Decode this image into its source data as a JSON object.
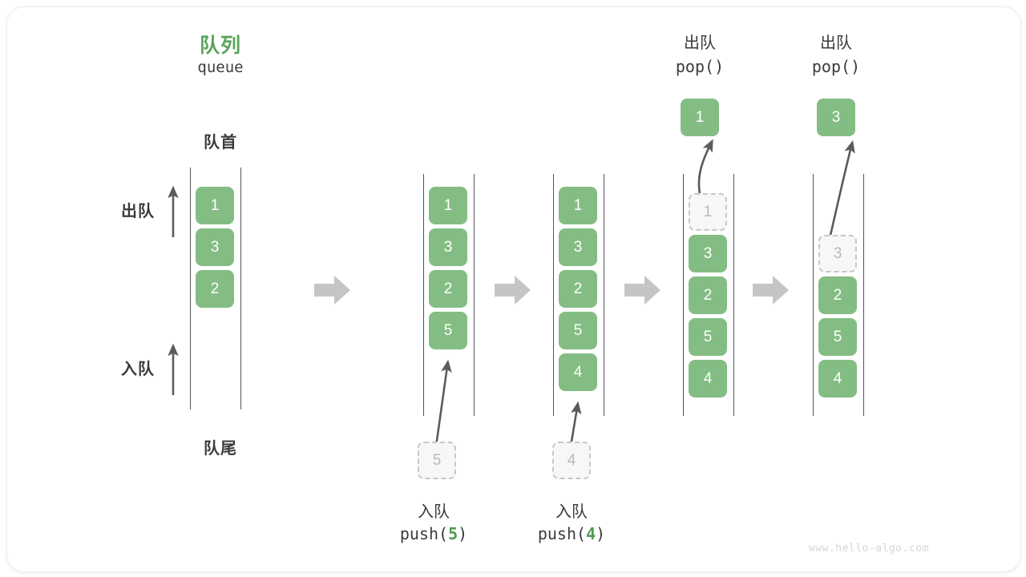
{
  "diagram": {
    "title_cn": "队列",
    "title_en": "queue",
    "front_label": "队首",
    "rear_label": "队尾",
    "dequeue_label": "出队",
    "enqueue_label": "入队",
    "watermark": "www.hello-algo.com",
    "accent_color": "#5ba35b",
    "box_color": "#84bd84",
    "ghost_color": "#c6c6c6",
    "arrow_color": "#b8b8b8"
  },
  "columns": [
    {
      "id": "initial",
      "cells": [
        "1",
        "3",
        "2"
      ],
      "op_cn": "",
      "op_code": "",
      "incoming": null,
      "popped": null
    },
    {
      "id": "after-push-5",
      "cells": [
        "1",
        "3",
        "2",
        "5"
      ],
      "op_cn": "入队",
      "op_code_prefix": "push(",
      "op_code_value": "5",
      "op_code_suffix": ")",
      "incoming": "5",
      "popped": null
    },
    {
      "id": "after-push-4",
      "cells": [
        "1",
        "3",
        "2",
        "5",
        "4"
      ],
      "op_cn": "入队",
      "op_code_prefix": "push(",
      "op_code_value": "4",
      "op_code_suffix": ")",
      "incoming": "4",
      "popped": null
    },
    {
      "id": "after-pop-1",
      "ghost_index": 0,
      "cells": [
        "1",
        "3",
        "2",
        "5",
        "4"
      ],
      "op_cn": "出队",
      "op_code_prefix": "pop(",
      "op_code_value": "",
      "op_code_suffix": ")",
      "incoming": null,
      "popped": "1"
    },
    {
      "id": "after-pop-3",
      "ghost_index": 1,
      "cells": [
        "3",
        "2",
        "5",
        "4"
      ],
      "op_cn": "出队",
      "op_code_prefix": "pop(",
      "op_code_value": "",
      "op_code_suffix": ")",
      "incoming": null,
      "popped": "3"
    }
  ]
}
